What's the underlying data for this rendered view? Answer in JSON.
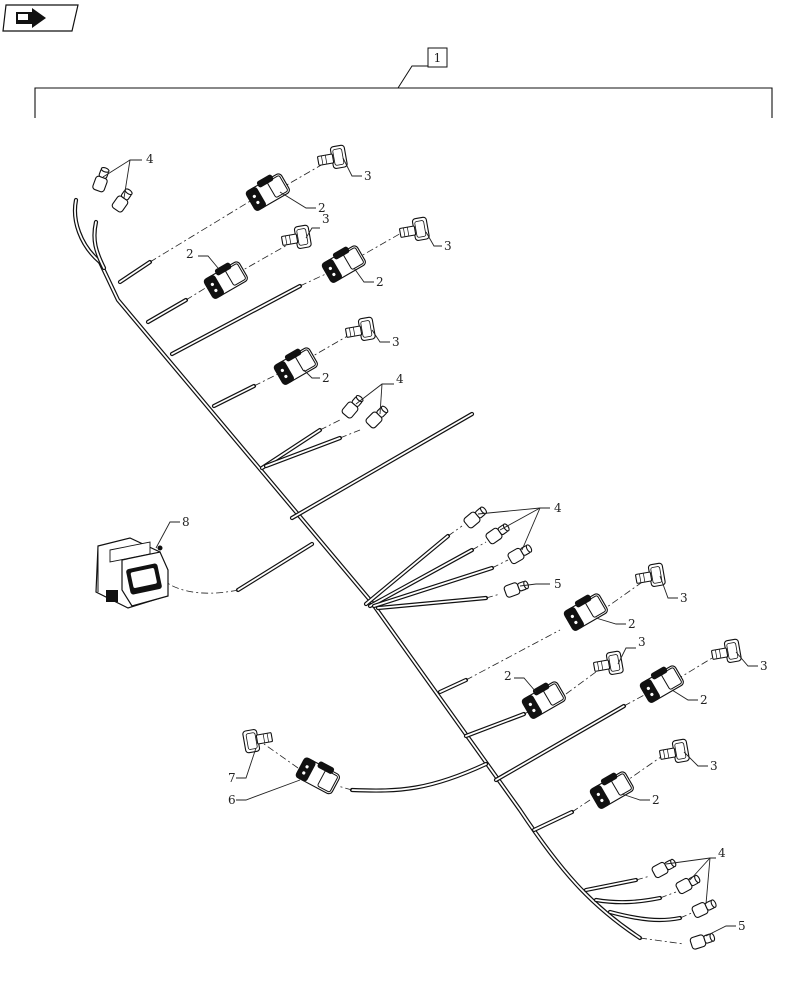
{
  "nav_icon": "navigation-arrow-icon",
  "callouts": {
    "assembly": "1",
    "connector": "2",
    "plug_seal": "3",
    "terminal": "4",
    "terminal_alt": "5",
    "connector_small": "6",
    "seal_small": "7",
    "ecu_connector": "8"
  },
  "colors": {
    "line": "#111111",
    "background": "#ffffff"
  }
}
